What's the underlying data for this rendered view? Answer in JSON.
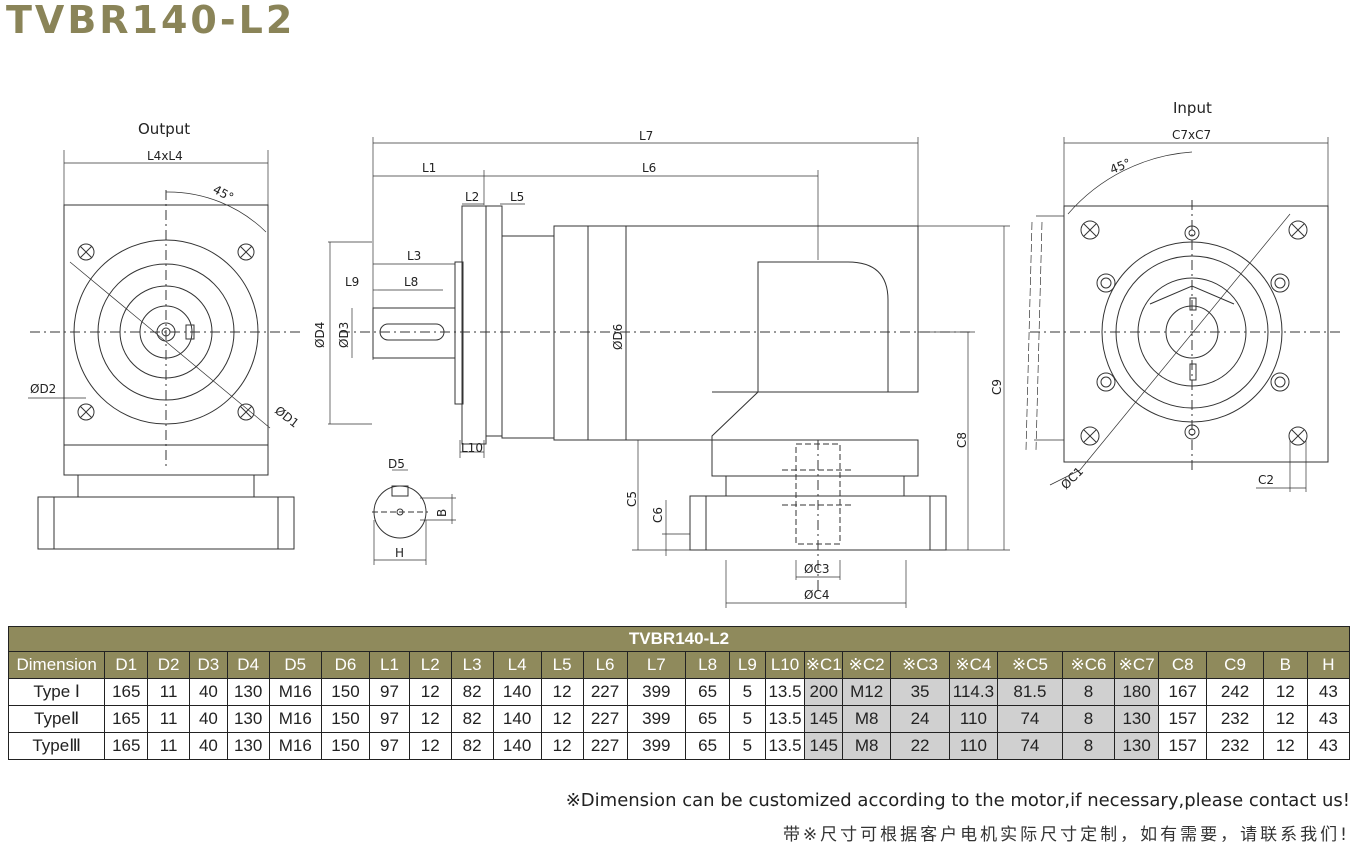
{
  "page": {
    "title": "TVBR140-L2"
  },
  "drawing": {
    "output_title": "Output",
    "input_title": "Input",
    "labels": {
      "l4xl4": "L4xL4",
      "angle_out": "45°",
      "d2": "ØD2",
      "d1": "ØD1",
      "l7": "L7",
      "l1": "L1",
      "l6": "L6",
      "l2": "L2",
      "l5": "L5",
      "l3": "L3",
      "l9": "L9",
      "l8": "L8",
      "d4": "ØD4",
      "d3": "ØD3",
      "d6": "ØD6",
      "l10": "L10",
      "d5": "D5",
      "b": "B",
      "h": "H",
      "c5": "C5",
      "c6": "C6",
      "c3": "ØC3",
      "c4": "ØC4",
      "c8": "C8",
      "c9": "C9",
      "c7xc7": "C7xC7",
      "angle_in": "45°",
      "c1": "ØC1",
      "c2": "C2"
    }
  },
  "table": {
    "caption": "TVBR140-L2",
    "headers": [
      "Dimension",
      "D1",
      "D2",
      "D3",
      "D4",
      "D5",
      "D6",
      "L1",
      "L2",
      "L3",
      "L4",
      "L5",
      "L6",
      "L7",
      "L8",
      "L9",
      "L10",
      "※C1",
      "※C2",
      "※C3",
      "※C4",
      "※C5",
      "※C6",
      "※C7",
      "C8",
      "C9",
      "B",
      "H"
    ],
    "rows": [
      [
        "Type Ⅰ",
        "165",
        "11",
        "40",
        "130",
        "M16",
        "150",
        "97",
        "12",
        "82",
        "140",
        "12",
        "227",
        "399",
        "65",
        "5",
        "13.5",
        "200",
        "M12",
        "35",
        "114.3",
        "81.5",
        "8",
        "180",
        "167",
        "242",
        "12",
        "43"
      ],
      [
        "TypeⅡ",
        "165",
        "11",
        "40",
        "130",
        "M16",
        "150",
        "97",
        "12",
        "82",
        "140",
        "12",
        "227",
        "399",
        "65",
        "5",
        "13.5",
        "145",
        "M8",
        "24",
        "110",
        "74",
        "8",
        "130",
        "157",
        "232",
        "12",
        "43"
      ],
      [
        "TypeⅢ",
        "165",
        "11",
        "40",
        "130",
        "M16",
        "150",
        "97",
        "12",
        "82",
        "140",
        "12",
        "227",
        "399",
        "65",
        "5",
        "13.5",
        "145",
        "M8",
        "22",
        "110",
        "74",
        "8",
        "130",
        "157",
        "232",
        "12",
        "43"
      ]
    ]
  },
  "notes": {
    "english": "※Dimension can be customized according to the motor,if necessary,please contact us!",
    "chinese": "带※尺寸可根据客户电机实际尺寸定制，如有需要，请联系我们!"
  }
}
